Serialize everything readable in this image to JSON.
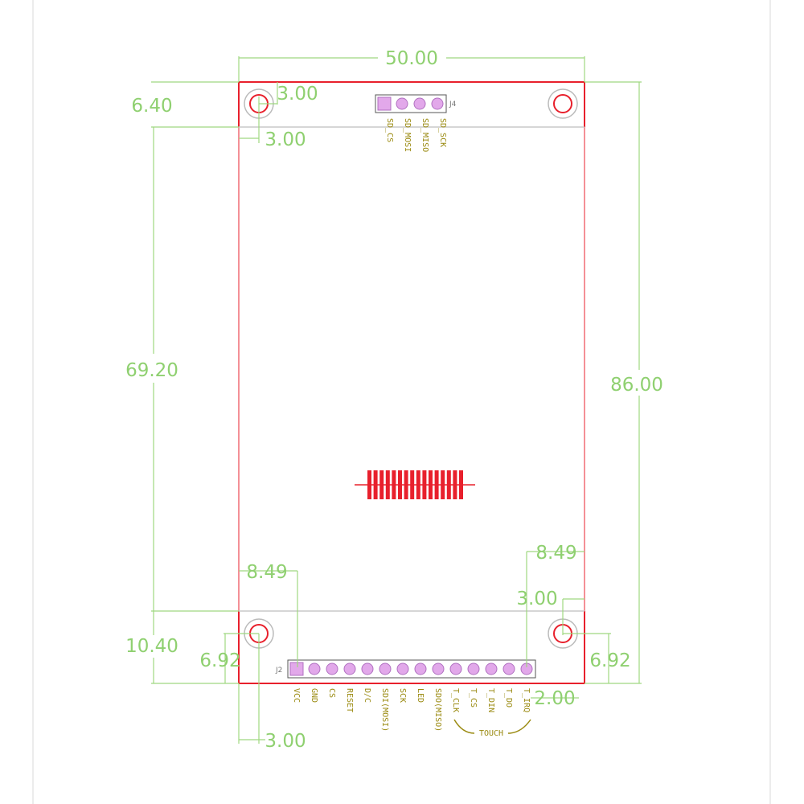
{
  "dimensions": {
    "width": "50.00",
    "height": "86.00",
    "inner_height": "69.20",
    "top_band": "6.40",
    "bottom_band": "10.40",
    "hole_top_x": "3.00",
    "hole_top_y": "3.00",
    "hole_bottom_left_x": "3.00",
    "hole_bottom_left_y": "6.92",
    "hole_bottom_right_y": "6.92",
    "hole_bottom_right_x": "3.00",
    "header_left_offset": "8.49",
    "header_right_offset": "8.49",
    "header_edge": "2.00"
  },
  "connectors": {
    "j4_label": "J4",
    "j2_label": "J2",
    "j4_pins": [
      "SD_CS",
      "SD_MOSI",
      "SD_MISO",
      "SD_SCK"
    ],
    "j2_pins": [
      "VCC",
      "GND",
      "CS",
      "RESET",
      "D/C",
      "SDI(MOSI)",
      "SCK",
      "LED",
      "SDO(MISO)",
      "T_CLK",
      "T_CS",
      "T_DIN",
      "T_DO",
      "T_IRQ"
    ],
    "touch_group_label": "TOUCH"
  },
  "colors": {
    "dimension": "#8fd070",
    "board_edge": "#e8202c",
    "pin_label": "#9a8a10",
    "pad": "#e2a8ea"
  }
}
